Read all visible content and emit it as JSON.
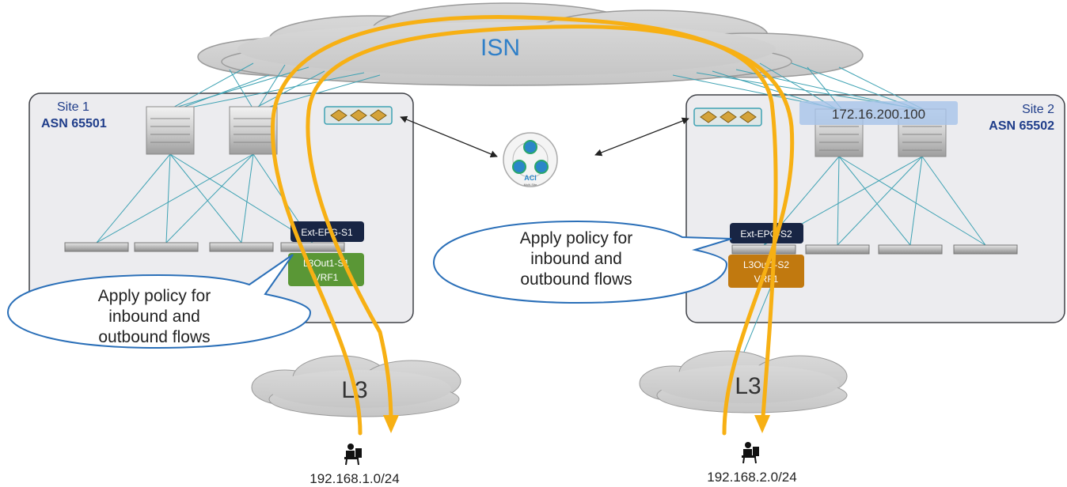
{
  "isn": {
    "label": "ISN"
  },
  "site1": {
    "name": "Site 1",
    "asn": "ASN 65501",
    "epg": "Ext-EPG-S1",
    "l3out": "L3Out1-S1",
    "vrf": "VRF1"
  },
  "site2": {
    "name": "Site 2",
    "asn": "ASN 65502",
    "epg": "Ext-EPG-S2",
    "l3out": "L3Out1-S2",
    "vrf": "VRF1",
    "ip_tag": "172.16.200.100"
  },
  "controller": {
    "label": "ACI",
    "sublabel": "Multi-Site"
  },
  "callout_left": {
    "line1": "Apply policy for",
    "line2": "inbound and",
    "line3": "outbound flows"
  },
  "callout_center": {
    "line1": "Apply policy for",
    "line2": "inbound and",
    "line3": "outbound flows"
  },
  "clouds": {
    "l3_left": "L3",
    "l3_right": "L3"
  },
  "subnets": {
    "left": "192.168.1.0/24",
    "right": "192.168.2.0/24"
  },
  "colors": {
    "site_box_fill": "#ececef",
    "site_box_stroke": "#3f4147",
    "site_label": "#1f3d8a",
    "link": "#3ea2b3",
    "flow": "#f7b014",
    "callout_stroke": "#2a6fb8",
    "epg_fill": "#182544",
    "l3out_left": "#5a9736",
    "l3out_right": "#c1790f",
    "ip_tag": "#a7c4ea"
  }
}
